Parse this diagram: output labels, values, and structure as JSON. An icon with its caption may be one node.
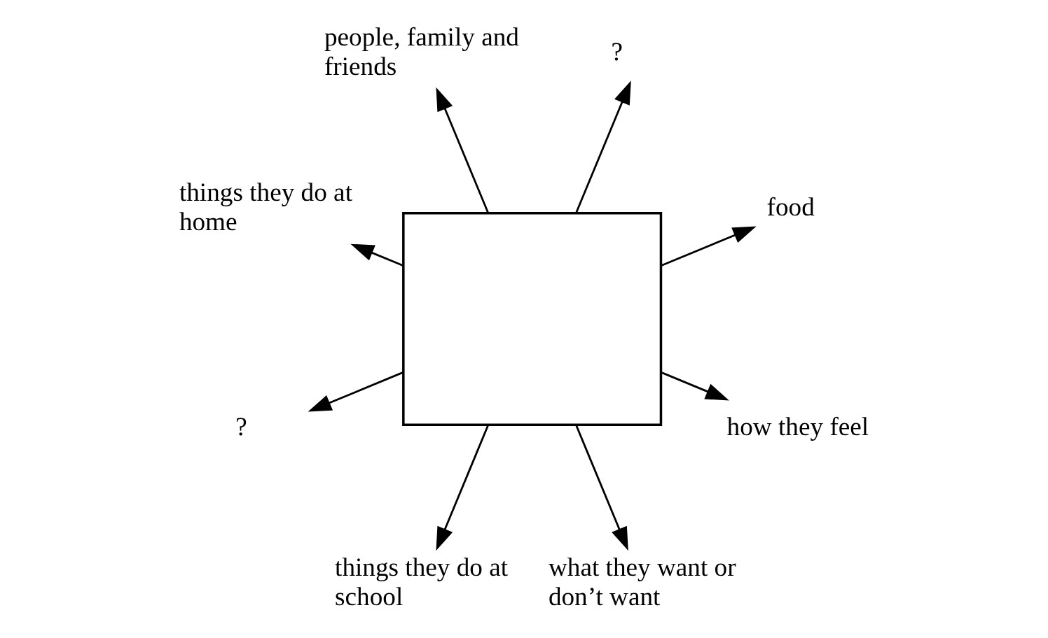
{
  "diagram": {
    "nodes": [
      {
        "text": [],
        "shape": "box"
      },
      {
        "text": [
          "food"
        ]
      },
      {
        "text": [
          "?"
        ]
      },
      {
        "text": [
          "people, family and friends"
        ]
      },
      {
        "text": [
          "things they do at home"
        ]
      },
      {
        "text": [
          "?"
        ]
      },
      {
        "text": [
          "things they do at school"
        ]
      },
      {
        "text": [
          "what they want or don’t want"
        ]
      },
      {
        "text": [
          "how they feel"
        ]
      }
    ],
    "edges": [
      {
        "from": 0,
        "to": 5,
        "arrow": "to"
      },
      {
        "from": 0,
        "to": 3,
        "arrow": "to"
      },
      {
        "from": 0,
        "to": 2,
        "arrow": "to"
      },
      {
        "from": 0,
        "to": 1,
        "arrow": "to"
      },
      {
        "from": 0,
        "to": 4,
        "arrow": "to"
      },
      {
        "from": 0,
        "to": 6,
        "arrow": "to"
      },
      {
        "from": 0,
        "to": 7,
        "arrow": "to"
      },
      {
        "from": 0,
        "to": 8,
        "arrow": "to"
      }
    ]
  }
}
